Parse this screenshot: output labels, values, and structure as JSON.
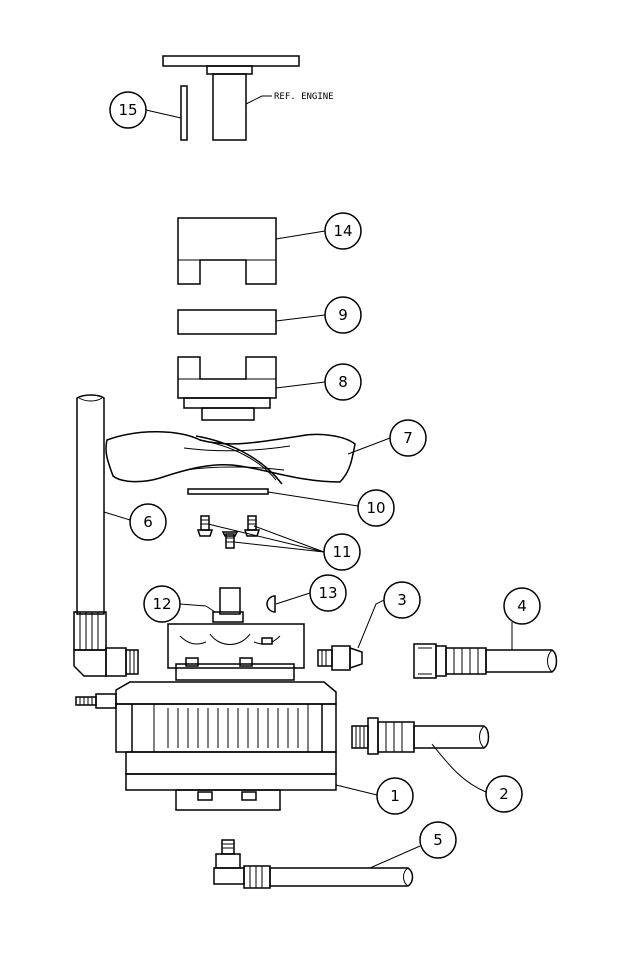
{
  "callouts": {
    "c1": "1",
    "c2": "2",
    "c3": "3",
    "c4": "4",
    "c5": "5",
    "c6": "6",
    "c7": "7",
    "c8": "8",
    "c9": "9",
    "c10": "10",
    "c11": "11",
    "c12": "12",
    "c13": "13",
    "c14": "14",
    "c15": "15"
  },
  "reference": {
    "engine_label": "REF. ENGINE"
  }
}
